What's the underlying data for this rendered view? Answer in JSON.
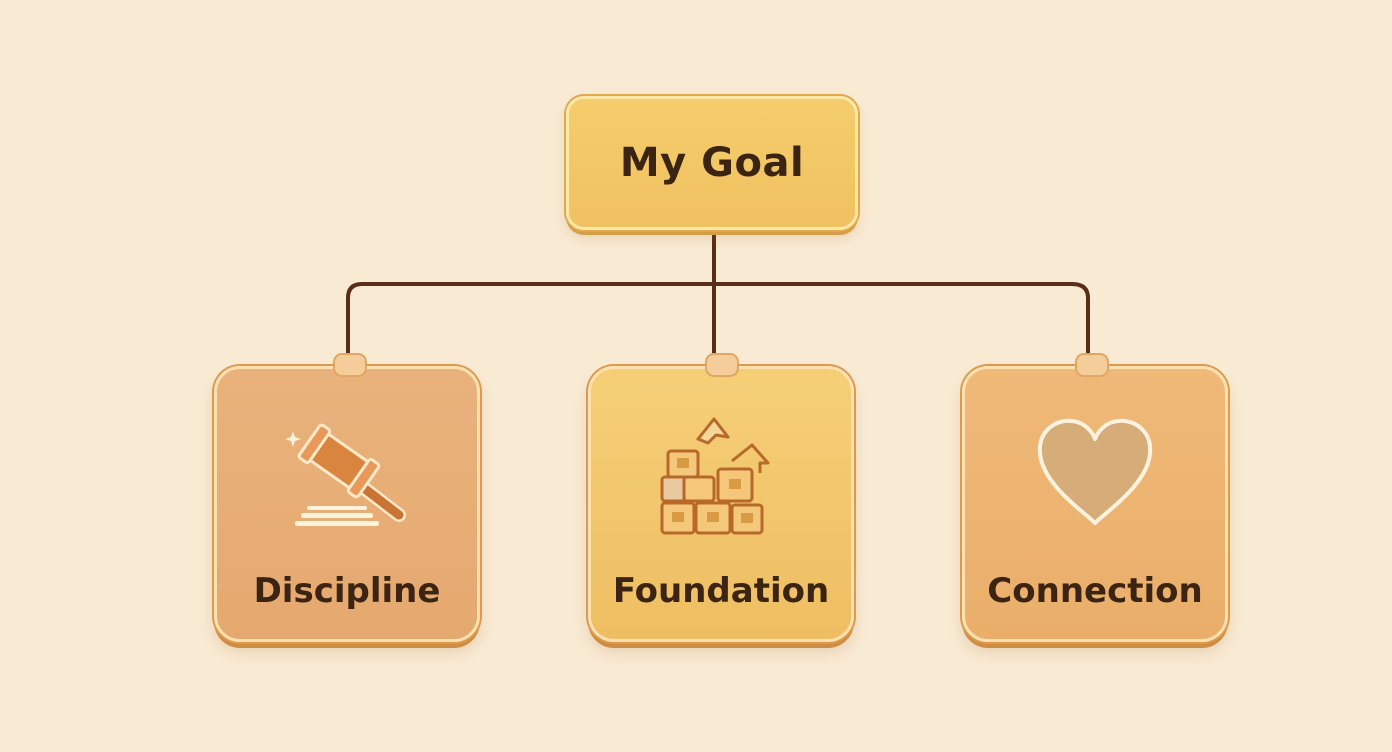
{
  "diagram": {
    "root": {
      "label": "My Goal"
    },
    "children": [
      {
        "label": "Discipline",
        "icon": "gavel-icon"
      },
      {
        "label": "Foundation",
        "icon": "building-blocks-icon"
      },
      {
        "label": "Connection",
        "icon": "heart-icon"
      }
    ]
  },
  "colors": {
    "background": "#f9ead3",
    "root_fill": "#f3c965",
    "discipline_fill": "#e7ae76",
    "foundation_fill": "#f2c76c",
    "connection_fill": "#edb472",
    "connector": "#5a2e16",
    "text": "#3b2412"
  }
}
